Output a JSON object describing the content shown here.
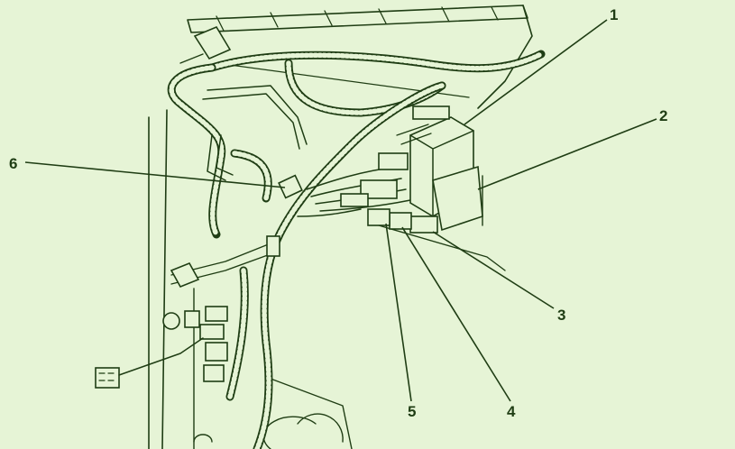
{
  "callouts": [
    {
      "id": "1",
      "text": "1"
    },
    {
      "id": "2",
      "text": "2"
    },
    {
      "id": "3",
      "text": "3"
    },
    {
      "id": "4",
      "text": "4"
    },
    {
      "id": "5",
      "text": "5"
    },
    {
      "id": "6",
      "text": "6"
    }
  ],
  "colors": {
    "background": "#e6f4d6",
    "ink": "#1f3d14"
  }
}
